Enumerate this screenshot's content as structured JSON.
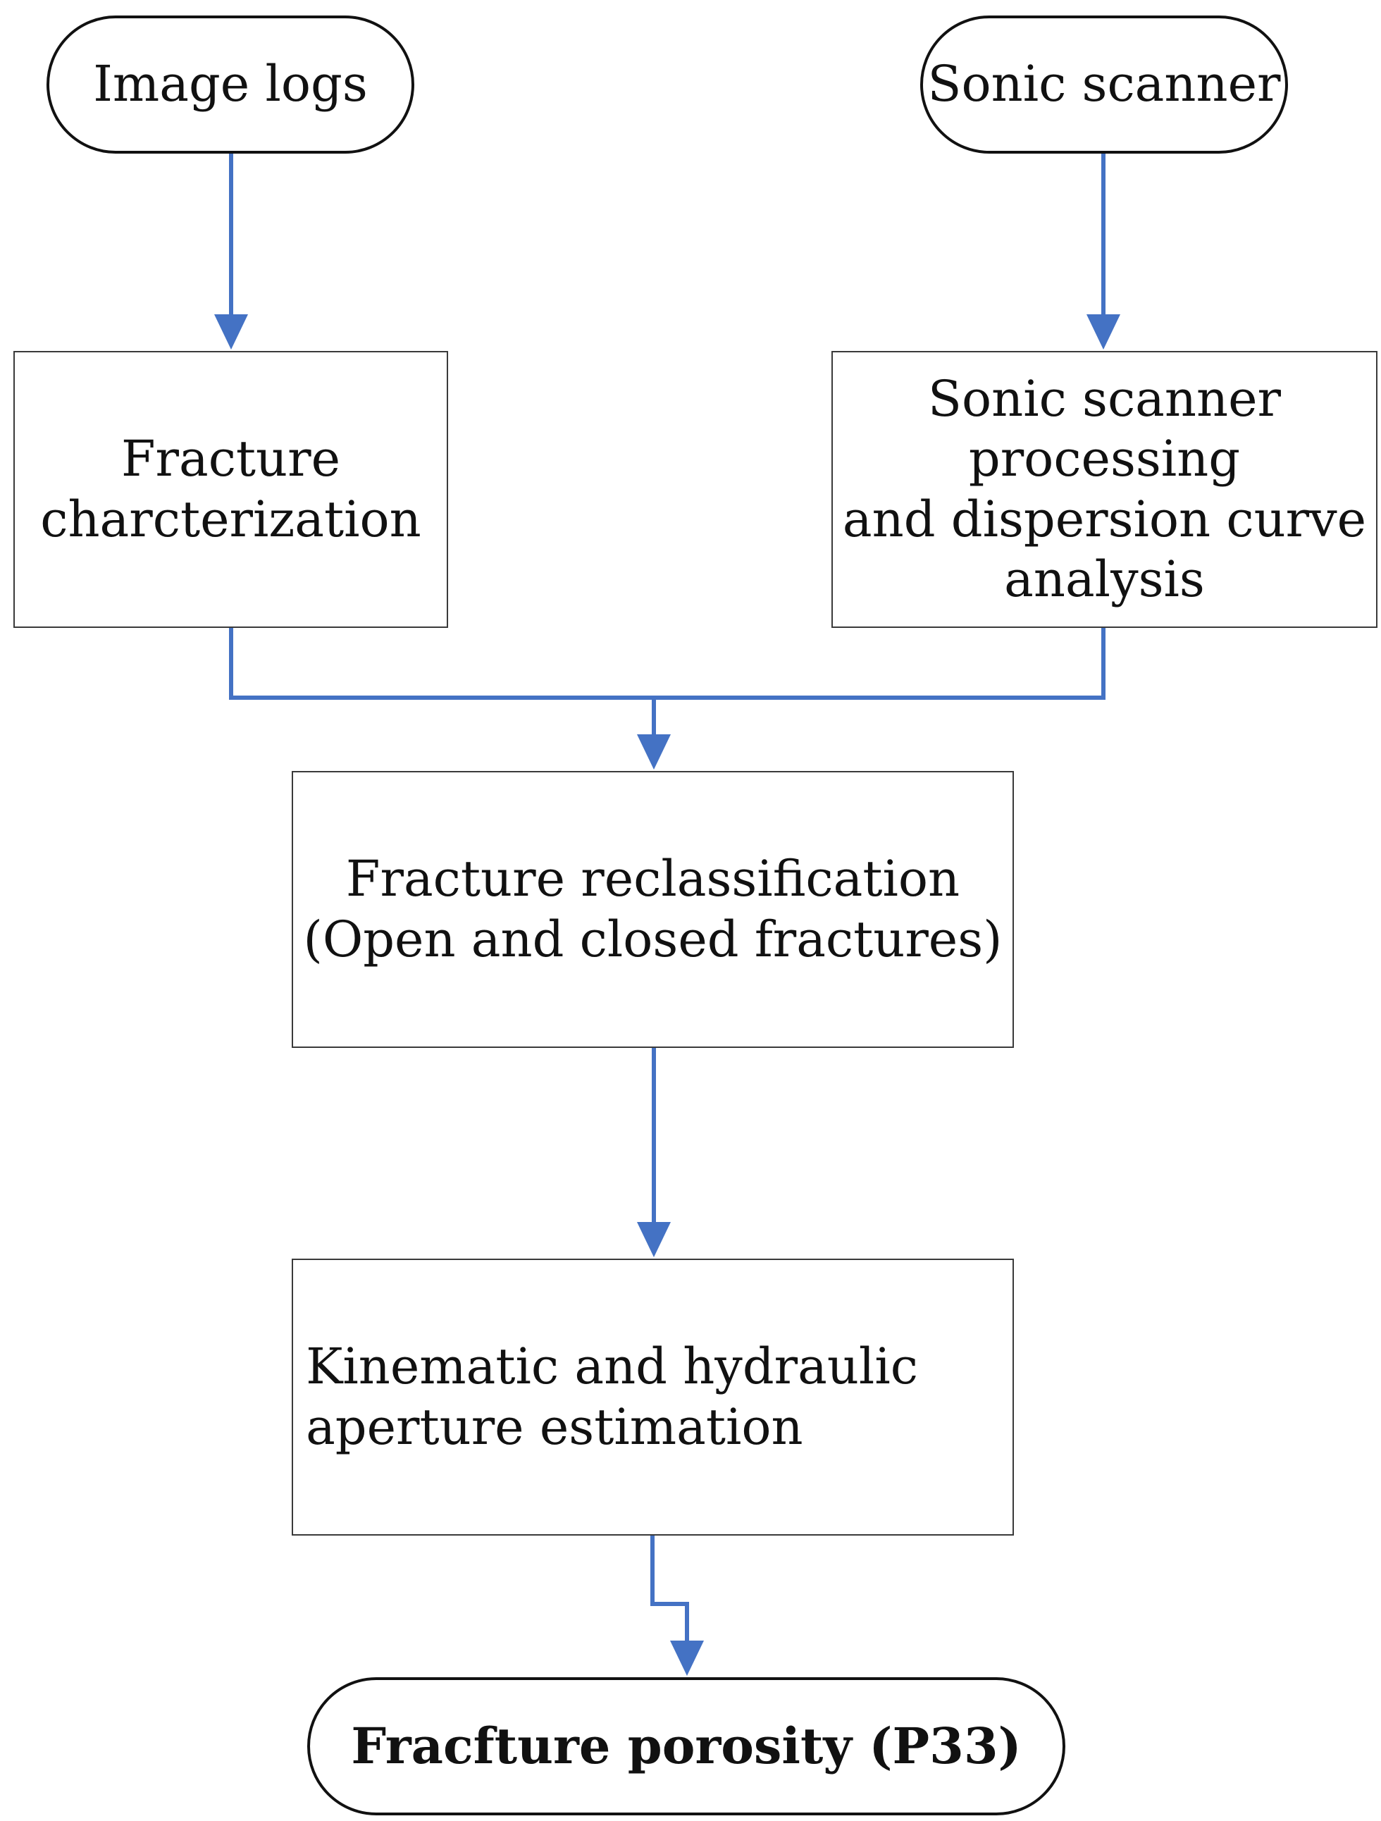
{
  "diagram": {
    "type": "flowchart",
    "colors": {
      "connector": "#4472C4",
      "border": "#111111",
      "background": "#ffffff",
      "text": "#111111"
    },
    "nodes": {
      "image_logs": "Image logs",
      "sonic_scanner": "Sonic scanner",
      "fracture_characterization": "Fracture\ncharcterization",
      "sonic_processing": "Sonic scanner\nprocessing\nand dispersion curve\nanalysis",
      "fracture_reclassification": "Fracture reclassification\n(Open and closed fractures)",
      "aperture_estimation": "Kinematic and hydraulic\naperture estimation",
      "fracture_porosity": "Fracfture porosity (P33)"
    },
    "edges": [
      [
        "image_logs",
        "fracture_characterization"
      ],
      [
        "sonic_scanner",
        "sonic_processing"
      ],
      [
        "fracture_characterization",
        "fracture_reclassification"
      ],
      [
        "sonic_processing",
        "fracture_reclassification"
      ],
      [
        "fracture_reclassification",
        "aperture_estimation"
      ],
      [
        "aperture_estimation",
        "fracture_porosity"
      ]
    ]
  }
}
